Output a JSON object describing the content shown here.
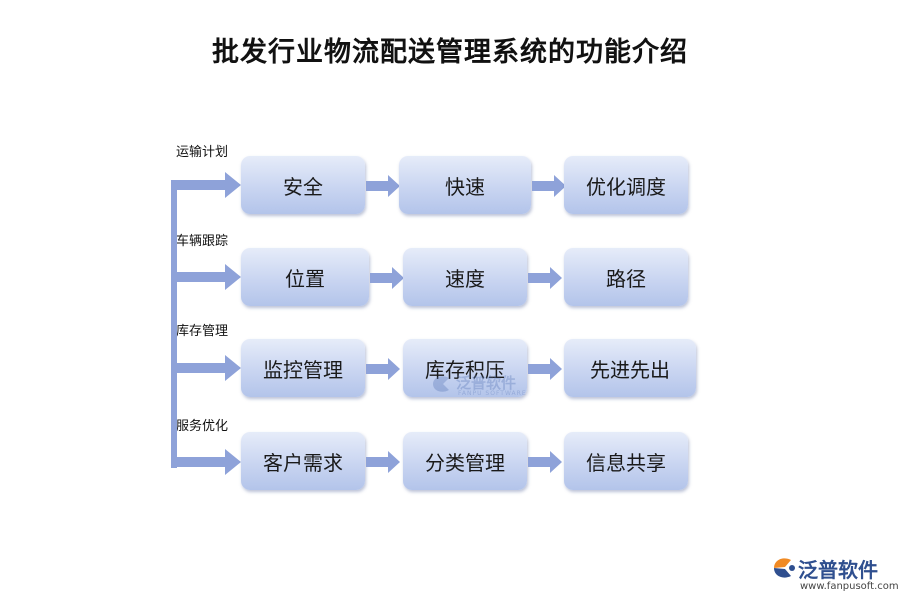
{
  "title": "批发行业物流配送管理系统的功能介绍",
  "rows": [
    {
      "label": "运输计划",
      "items": [
        "安全",
        "快速",
        "优化调度"
      ]
    },
    {
      "label": "车辆跟踪",
      "items": [
        "位置",
        "速度",
        "路径"
      ]
    },
    {
      "label": "库存管理",
      "items": [
        "监控管理",
        "库存积压",
        "先进先出"
      ]
    },
    {
      "label": "服务优化",
      "items": [
        "客户需求",
        "分类管理",
        "信息共享"
      ]
    }
  ],
  "watermark": {
    "text": "泛普软件",
    "sub": "FANPU SOFTWARE"
  },
  "logo": {
    "text": "泛普软件",
    "url": "www.fanpusoft.com"
  },
  "colors": {
    "arrow": "#8ea2d9",
    "box_top": "#e6ecf9",
    "box_bottom": "#b3c4ea",
    "logo_orange": "#f08a24",
    "logo_blue": "#2f4f8f"
  }
}
